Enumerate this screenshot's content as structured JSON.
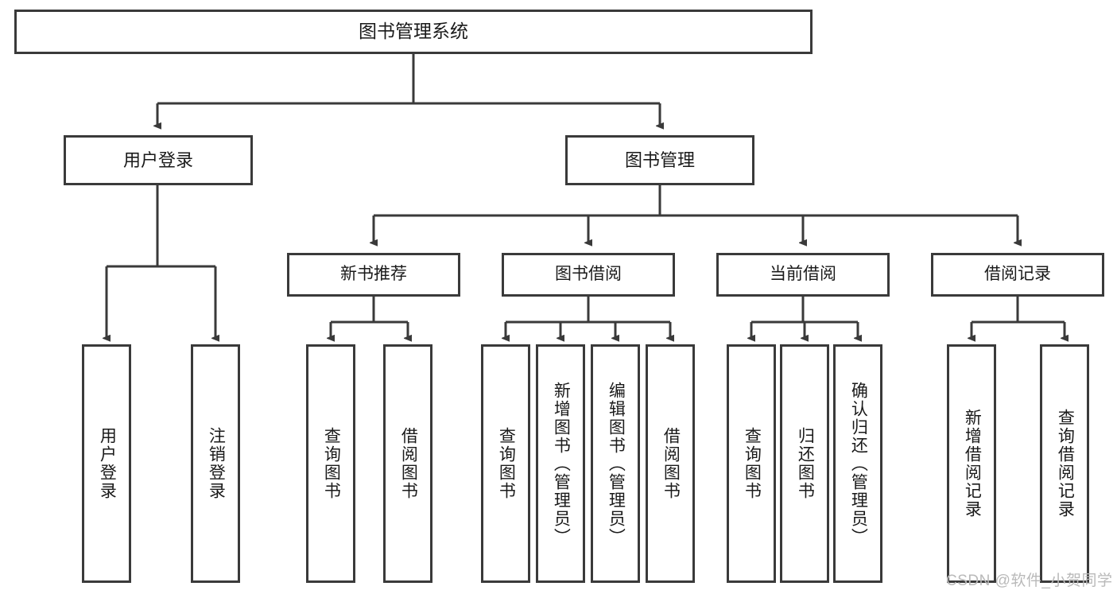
{
  "diagram": {
    "type": "hierarchy-tree",
    "title": "图书管理系统",
    "watermark": "CSDN @软件_小贺同学",
    "colors": {
      "stroke": "#3a3a3a",
      "fill": "#ffffff",
      "text": "#1a1a1a",
      "watermark": "#b9b9b9"
    },
    "nodes": {
      "root": {
        "label": "图书管理系统"
      },
      "level1": [
        {
          "label": "用户登录"
        },
        {
          "label": "图书管理"
        }
      ],
      "level2": [
        {
          "label": "新书推荐"
        },
        {
          "label": "图书借阅"
        },
        {
          "label": "当前借阅"
        },
        {
          "label": "借阅记录"
        }
      ],
      "leaves": {
        "user_login": [
          {
            "label": "用户登录"
          },
          {
            "label": "注销登录"
          }
        ],
        "new_book_recommend": [
          {
            "label": "查询图书"
          },
          {
            "label": "借阅图书"
          }
        ],
        "book_borrow": [
          {
            "label": "查询图书"
          },
          {
            "label": "新增图书（管理员）"
          },
          {
            "label": "编辑图书（管理员）"
          },
          {
            "label": "借阅图书"
          }
        ],
        "current_borrow": [
          {
            "label": "查询图书"
          },
          {
            "label": "归还图书"
          },
          {
            "label": "确认归还（管理员）"
          }
        ],
        "borrow_record": [
          {
            "label": "新增借阅记录"
          },
          {
            "label": "查询借阅记录"
          }
        ]
      }
    }
  }
}
